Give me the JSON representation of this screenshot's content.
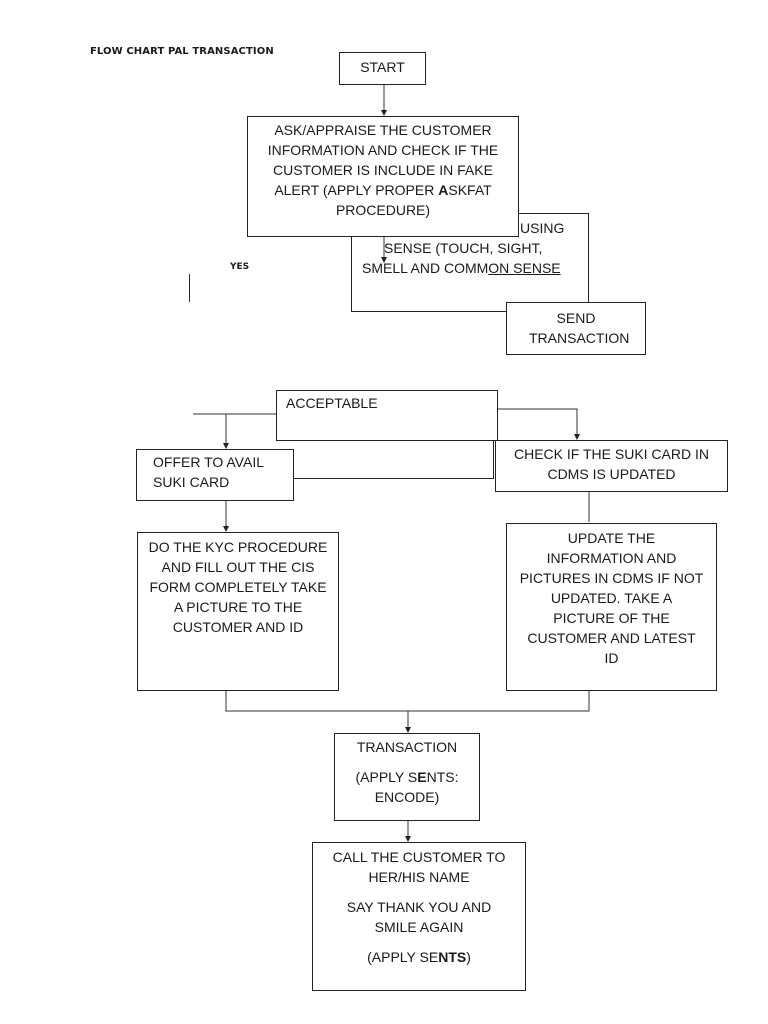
{
  "title": "FLOW CHART PAL TRANSACTION",
  "side_label": "YES",
  "nodes": {
    "start": "START",
    "ask": {
      "l1": "ASK/APPRAISE THE CUSTOMER",
      "l2": "INFORMATION AND CHECK IF THE",
      "l3": "CUSTOMER IS INCLUDE IN FAKE",
      "l4a": "ALERT (APPLY PROPER ",
      "l4b": "A",
      "l4c": "SKFAT",
      "l5": "PROCEDURE)"
    },
    "sense": {
      "l1": "USING",
      "l2": "SENSE (TOUCH, SIGHT,",
      "l3a": "SMELL AND COMM",
      "l3b": "ON SENSE"
    },
    "send": "SEND TRANSACTION",
    "acceptable": "ACCEPTABLE",
    "offer": "OFFER TO AVAIL SUKI CARD",
    "check": "CHECK IF THE SUKI CARD IN CDMS IS UPDATED",
    "kyc": "DO THE KYC PROCEDURE AND FILL OUT THE CIS FORM COMPLETELY TAKE A PICTURE TO THE CUSTOMER AND ID",
    "update": "UPDATE THE INFORMATION AND PICTURES IN CDMS IF NOT UPDATED. TAKE A PICTURE OF THE CUSTOMER AND LATEST ID",
    "transaction": {
      "l1": "TRANSACTION",
      "l2a": "(APPLY S",
      "l2b": "E",
      "l2c": "NTS:",
      "l3": "ENCODE)"
    },
    "call": {
      "l1": "CALL THE CUSTOMER TO HER/HIS NAME",
      "l2": "SAY THANK YOU AND SMILE AGAIN",
      "l3a": "(APPLY SE",
      "l3b": "NTS",
      "l3c": ")"
    }
  }
}
